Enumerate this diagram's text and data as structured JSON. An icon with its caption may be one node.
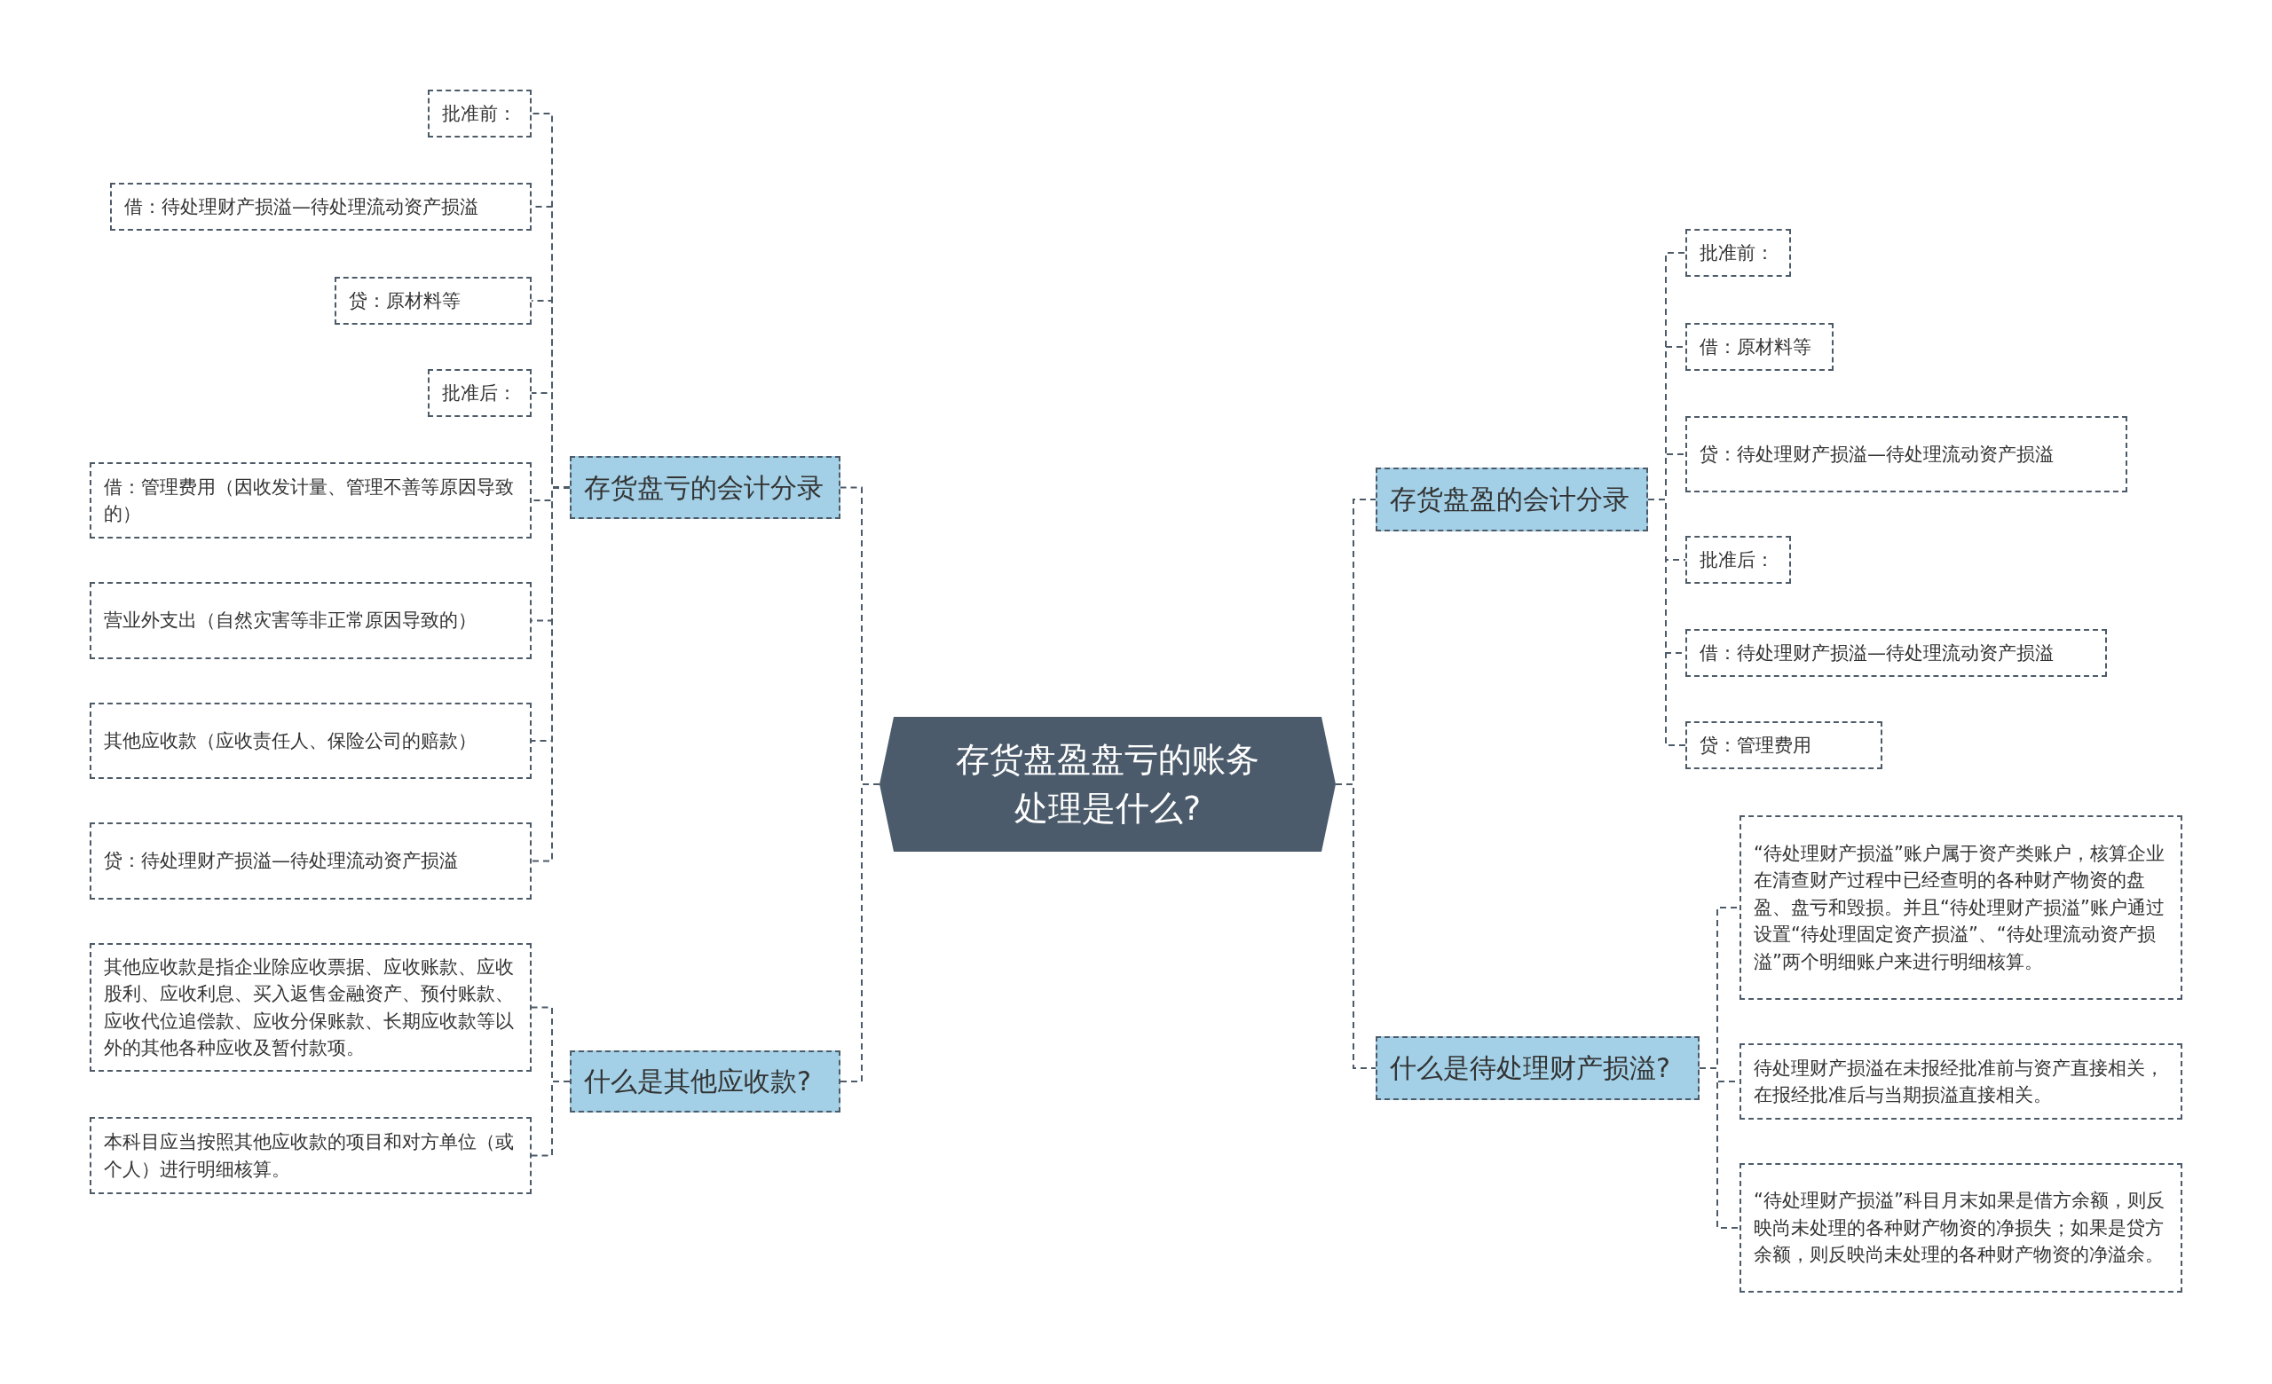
{
  "diagram": {
    "nodes": [
      {
        "text": [
          "存货盘盈盘亏的账务处理是什么?"
        ]
      },
      {
        "text": [
          "存货盘亏的会计分录"
        ]
      },
      {
        "text": [
          "批准前："
        ]
      },
      {
        "text": [
          "借：待处理财产损溢—待处理流动资产损溢"
        ]
      },
      {
        "text": [
          "贷：原材料等"
        ]
      },
      {
        "text": [
          "批准后："
        ]
      },
      {
        "text": [
          "借：管理费用（因收发计量、管理不善等原因导致的）"
        ]
      },
      {
        "text": [
          "营业外支出（自然灾害等非正常原因导致的）"
        ]
      },
      {
        "text": [
          "其他应收款（应收责任人、保险公司的赔款）"
        ]
      },
      {
        "text": [
          "贷：待处理财产损溢—待处理流动资产损溢"
        ]
      },
      {
        "text": [
          "什么是其他应收款?"
        ]
      },
      {
        "text": [
          "其他应收款是指企业除应收票据、应收账款、应收股利、应收利息、买入返售金融资产、预付账款、应收代位追偿款、应收分保账款、长期应收款等以外的其他各种应收及暂付款项。"
        ]
      },
      {
        "text": [
          "本科目应当按照其他应收款的项目和对方单位（或个人）进行明细核算。"
        ]
      },
      {
        "text": [
          "存货盘盈的会计分录"
        ]
      },
      {
        "text": [
          "批准前："
        ]
      },
      {
        "text": [
          "借：原材料等"
        ]
      },
      {
        "text": [
          "贷：待处理财产损溢—待处理流动资产损溢"
        ]
      },
      {
        "text": [
          "批准后："
        ]
      },
      {
        "text": [
          "借：待处理财产损溢—待处理流动资产损溢"
        ]
      },
      {
        "text": [
          "贷：管理费用"
        ]
      },
      {
        "text": [
          "什么是待处理财产损溢?"
        ]
      },
      {
        "text": [
          "“待处理财产损溢”账户属于资产类账户，核算企业在清查财产过程中已经查明的各种财产物资的盘盈、盘亏和毁损。并且“待处理财产损溢”账户通过设置“待处理固定资产损溢”、“待处理流动资产损溢”两个明细账户来进行明细核算。"
        ]
      },
      {
        "text": [
          "待处理财产损溢在未报经批准前与资产直接相关，在报经批准后与当期损溢直接相关。"
        ]
      },
      {
        "text": [
          "“待处理财产损溢”科目月末如果是借方余额，则反映尚未处理的各种财产物资的净损失；如果是贷方余额，则反映尚未处理的各种财产物资的净溢余。"
        ]
      }
    ],
    "edges": [
      {
        "from": 0,
        "to": 1,
        "arrow": "none"
      },
      {
        "from": 0,
        "to": 10,
        "arrow": "none"
      },
      {
        "from": 0,
        "to": 13,
        "arrow": "none"
      },
      {
        "from": 0,
        "to": 20,
        "arrow": "none"
      },
      {
        "from": 1,
        "to": 2,
        "arrow": "none"
      },
      {
        "from": 1,
        "to": 3,
        "arrow": "none"
      },
      {
        "from": 1,
        "to": 4,
        "arrow": "none"
      },
      {
        "from": 1,
        "to": 5,
        "arrow": "none"
      },
      {
        "from": 1,
        "to": 6,
        "arrow": "none"
      },
      {
        "from": 1,
        "to": 7,
        "arrow": "none"
      },
      {
        "from": 1,
        "to": 8,
        "arrow": "none"
      },
      {
        "from": 1,
        "to": 9,
        "arrow": "none"
      },
      {
        "from": 10,
        "to": 11,
        "arrow": "none"
      },
      {
        "from": 10,
        "to": 12,
        "arrow": "none"
      },
      {
        "from": 13,
        "to": 14,
        "arrow": "none"
      },
      {
        "from": 13,
        "to": 15,
        "arrow": "none"
      },
      {
        "from": 13,
        "to": 16,
        "arrow": "none"
      },
      {
        "from": 13,
        "to": 17,
        "arrow": "none"
      },
      {
        "from": 13,
        "to": 18,
        "arrow": "none"
      },
      {
        "from": 13,
        "to": 19,
        "arrow": "none"
      },
      {
        "from": 20,
        "to": 21,
        "arrow": "none"
      },
      {
        "from": 20,
        "to": 22,
        "arrow": "none"
      },
      {
        "from": 20,
        "to": 23,
        "arrow": "none"
      }
    ]
  }
}
